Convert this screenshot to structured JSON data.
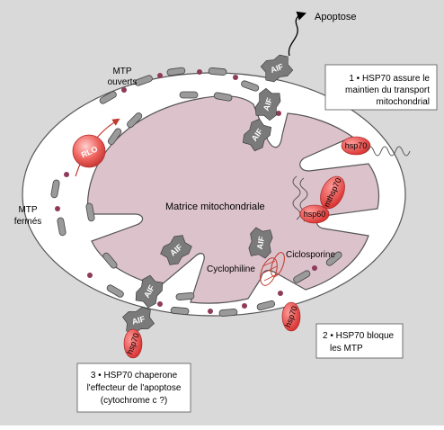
{
  "labels": {
    "apoptose": "Apoptose",
    "mtp_ouverts_1": "MTP",
    "mtp_ouverts_2": "ouverts",
    "mtp_fermes_1": "MTP",
    "mtp_fermes_2": "fermés",
    "matrice": "Matrice mitochondriale",
    "ciclosporine": "Ciclosporine",
    "cyclophiline": "Cyclophiline",
    "rlo": "RLO",
    "aif": "AIF",
    "hsp70": "hsp70",
    "mthsp70": "mthsp70",
    "hsp60": "hsp60"
  },
  "boxes": {
    "box1": [
      "1 • HSP70 assure le",
      "maintien du transport",
      "mitochondrial"
    ],
    "box2": [
      "2 • HSP70 bloque",
      "les MTP"
    ],
    "box3": [
      "3 • HSP70 chaperone",
      "l'effecteur de l'apoptose",
      "(cytochrome c ?)"
    ]
  },
  "colors": {
    "background": "#d9d9d9",
    "matrix": "#dcc2cb",
    "outer_membrane": "#ffffff",
    "pore": "#9a9a9a",
    "hsp": "#e8413f",
    "aif": "#7a7a7a"
  }
}
